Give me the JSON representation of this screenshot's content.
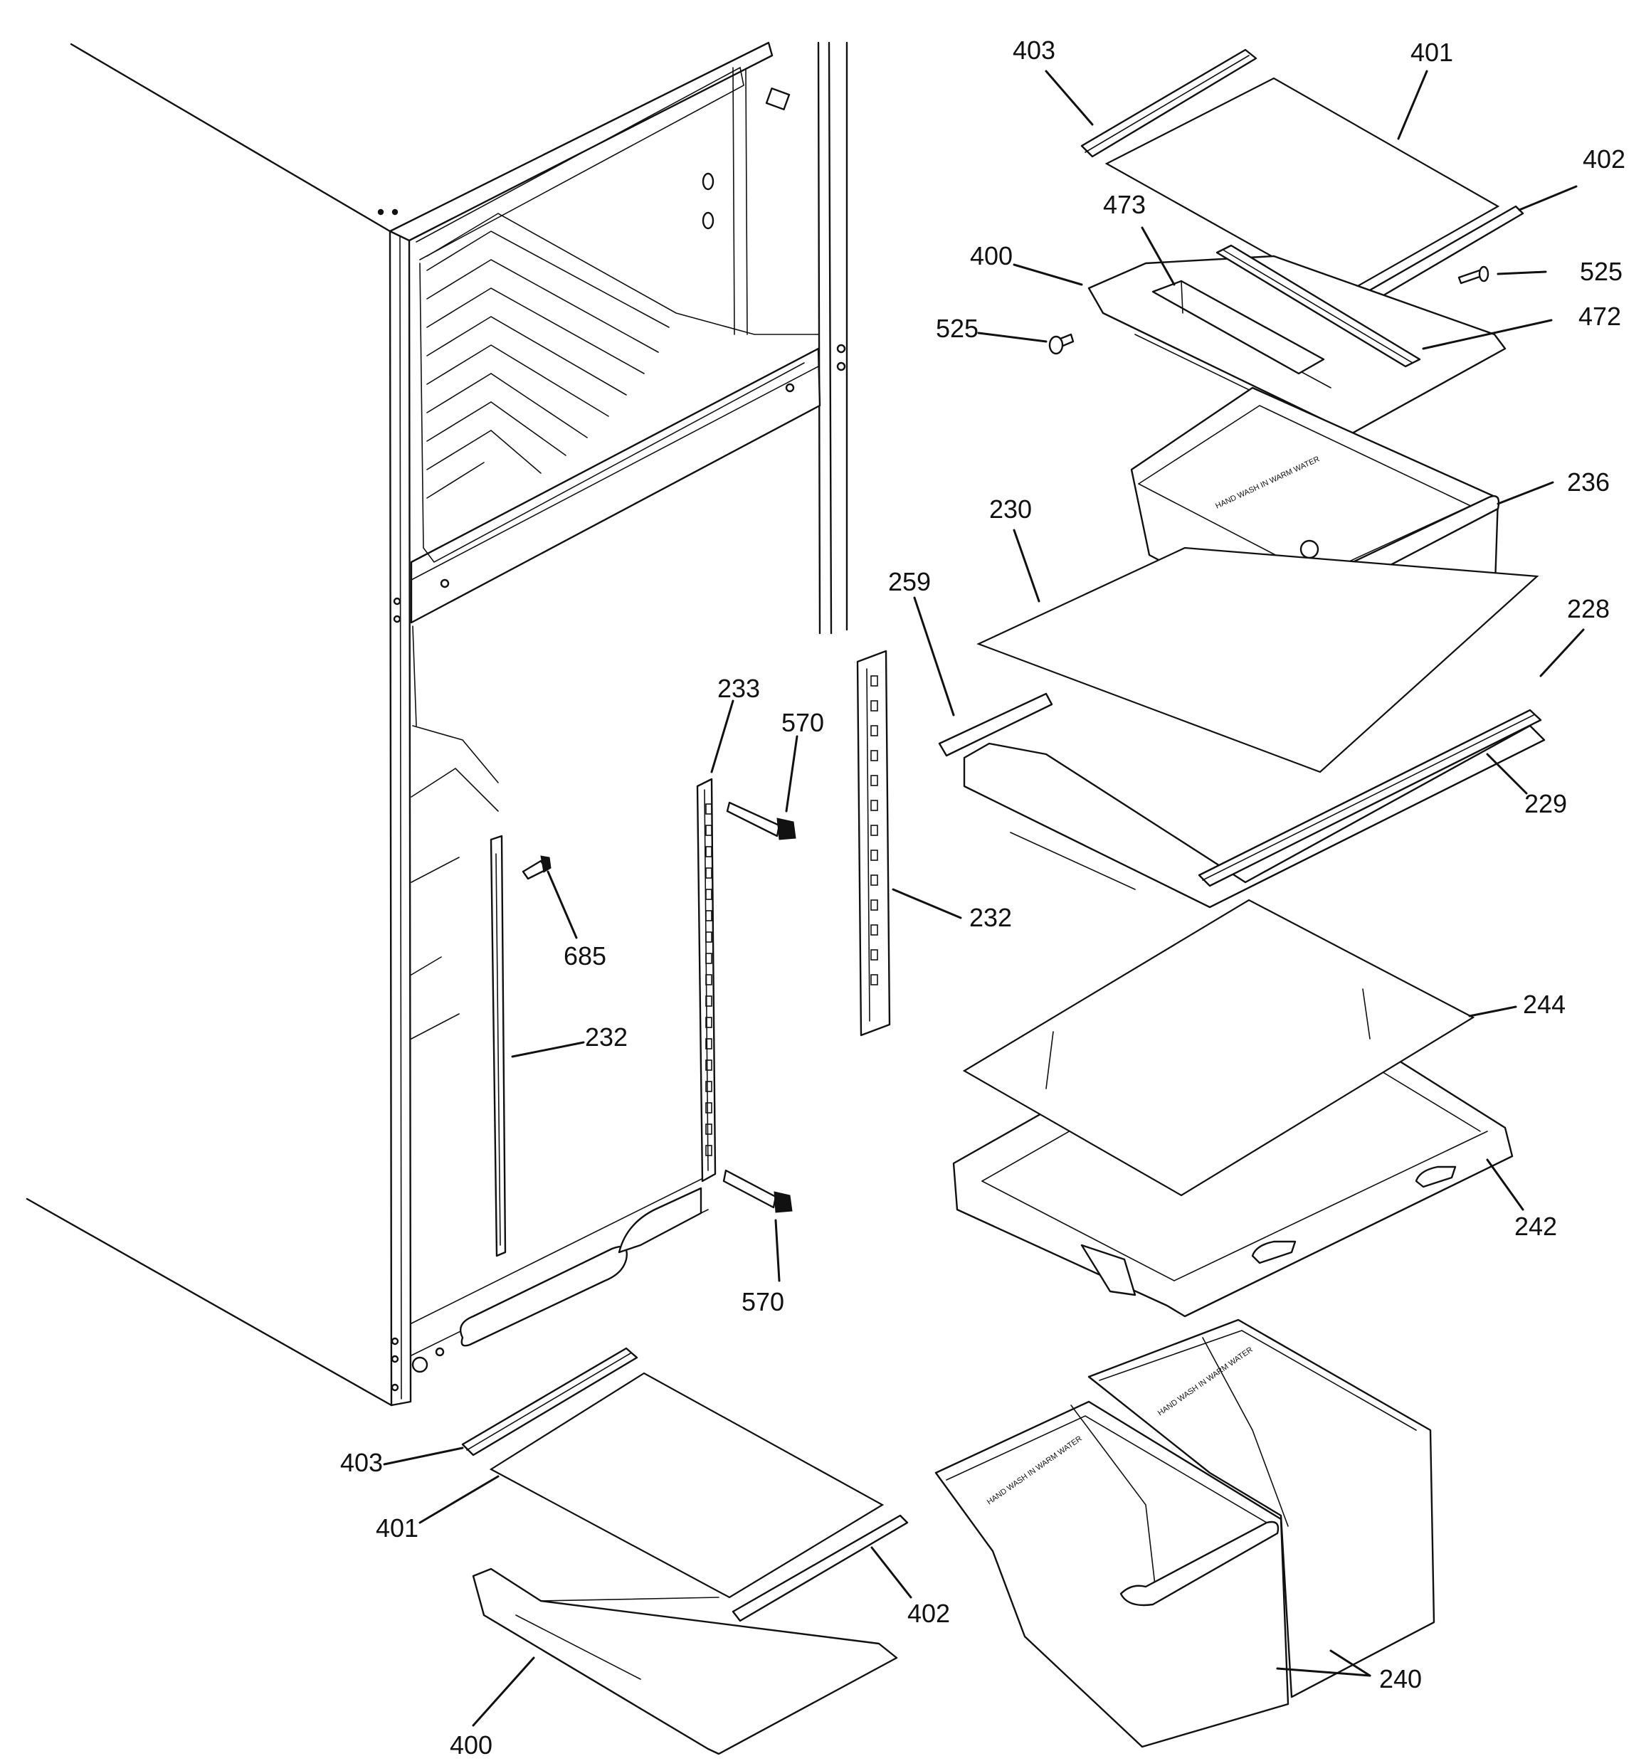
{
  "diagram": {
    "type": "exploded parts diagram",
    "callouts": {
      "c403_top": "403",
      "c401_top": "401",
      "c402_top": "402",
      "c473": "473",
      "c400_top": "400",
      "c525_right": "525",
      "c525_left": "525",
      "c472": "472",
      "c236": "236",
      "c230": "230",
      "c259": "259",
      "c228": "228",
      "c229": "229",
      "c233": "233",
      "c570_top": "570",
      "c232_right": "232",
      "c685": "685",
      "c232_left": "232",
      "c244": "244",
      "c242": "242",
      "c570_bottom": "570",
      "c403_bottom": "403",
      "c401_bottom": "401",
      "c402_bottom": "402",
      "c400_bottom": "400",
      "c240": "240"
    },
    "bin_labels": {
      "pan_label": "HAND WASH IN WARM WATER",
      "bin_left_label": "HAND WASH IN WARM WATER",
      "bin_right_label": "HAND WASH IN WARM WATER"
    }
  }
}
